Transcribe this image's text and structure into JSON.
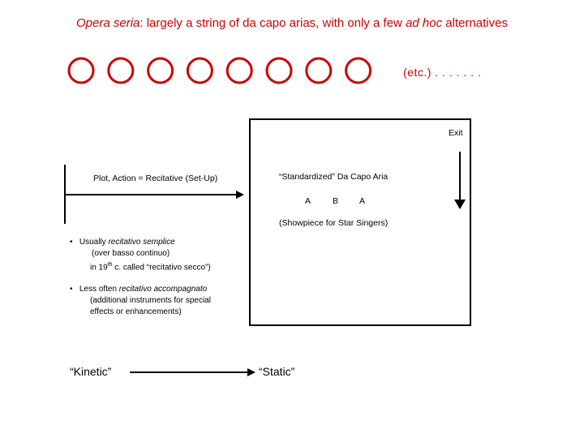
{
  "title": {
    "parts": [
      {
        "text": "Opera seria",
        "italic": true
      },
      {
        "text": ": largely a string of da capo arias, with only a few ",
        "italic": false
      },
      {
        "text": "ad hoc",
        "italic": true
      },
      {
        "text": " alternatives",
        "italic": false
      }
    ]
  },
  "colors": {
    "accent": "#d00000",
    "ink": "#000000"
  },
  "circles": {
    "count": 8
  },
  "etc_label": "(etc.) . . . . . . .",
  "exit_label": "Exit",
  "recitative_label": "Plot, Action = Recitative (Set-Up)",
  "aria": {
    "title": "“Standardized” Da Capo Aria",
    "form": [
      "A",
      "B",
      "A"
    ],
    "caption": "(Showpiece for Star Singers)"
  },
  "bullets": [
    {
      "bullet": "•",
      "line1_prefix": "Usually ",
      "line1_italic": "recitativo semplice",
      "line2": "(over basso continuo)",
      "line3_pre": "in 19",
      "line3_sup": "th",
      "line3_post": " c. called “recitativo secco”)"
    },
    {
      "bullet": "•",
      "line1_prefix": "Less often ",
      "line1_italic": "recitativo accompagnato",
      "line2": "(additional instruments for special",
      "line3": "effects or enhancements)"
    }
  ],
  "kinetic_label": "“Kinetic”",
  "static_label": "“Static”"
}
